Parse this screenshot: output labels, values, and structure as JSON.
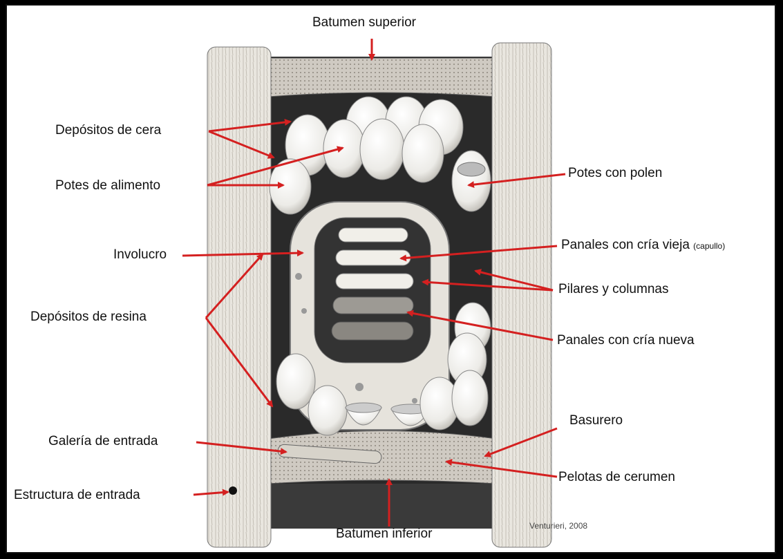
{
  "labels": {
    "batumen_superior": "Batumen superior",
    "depositos_cera": "Depósitos de cera",
    "potes_alimento": "Potes de alimento",
    "potes_polen": "Potes con polen",
    "involucro": "Involucro",
    "panales_vieja": "Panales con cría vieja",
    "panales_vieja_note": "(capullo)",
    "pilares": "Pilares y columnas",
    "depositos_resina": "Depósitos de resina",
    "panales_nueva": "Panales con cría  nueva",
    "basurero": "Basurero",
    "galeria": "Galería de entrada",
    "pelotas": "Pelotas de cerumen",
    "estructura": "Estructura de entrada",
    "batumen_inferior": "Batumen inferior"
  },
  "credit": "Venturieri, 2008",
  "colors": {
    "arrow": "#d42020",
    "background": "#ffffff",
    "frame": "#000000",
    "cavity": "#2a2a2a"
  }
}
